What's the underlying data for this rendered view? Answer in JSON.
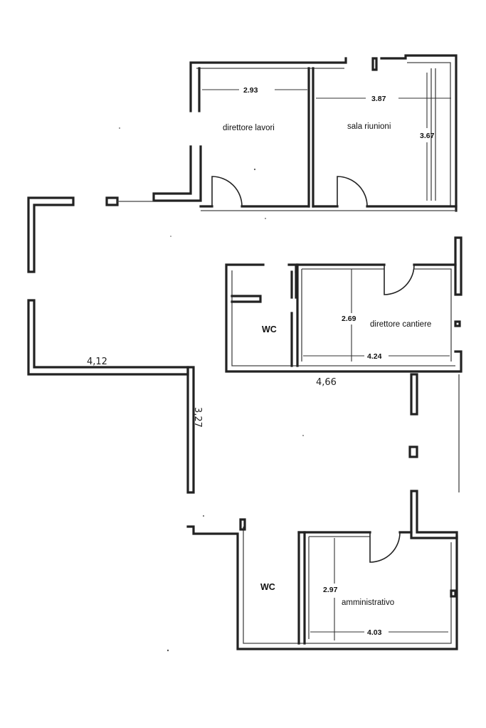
{
  "rooms": {
    "direttore_lavori": "direttore lavori",
    "sala_riunioni": "sala riunioni",
    "wc_1": "WC",
    "direttore_cantiere": "direttore cantiere",
    "wc_2": "WC",
    "amministrativo": "amministrativo"
  },
  "dimensions": {
    "direttore_lavori_width": "2.93",
    "sala_riunioni_width": "3.87",
    "sala_riunioni_height": "3.67",
    "direttore_cantiere_height": "2.69",
    "direttore_cantiere_width": "4.24",
    "amministrativo_height": "2.97",
    "amministrativo_width": "4.03"
  },
  "handwritten": {
    "upper_width": "4,12",
    "middle_width": "4,66",
    "vertical": "3,27"
  }
}
